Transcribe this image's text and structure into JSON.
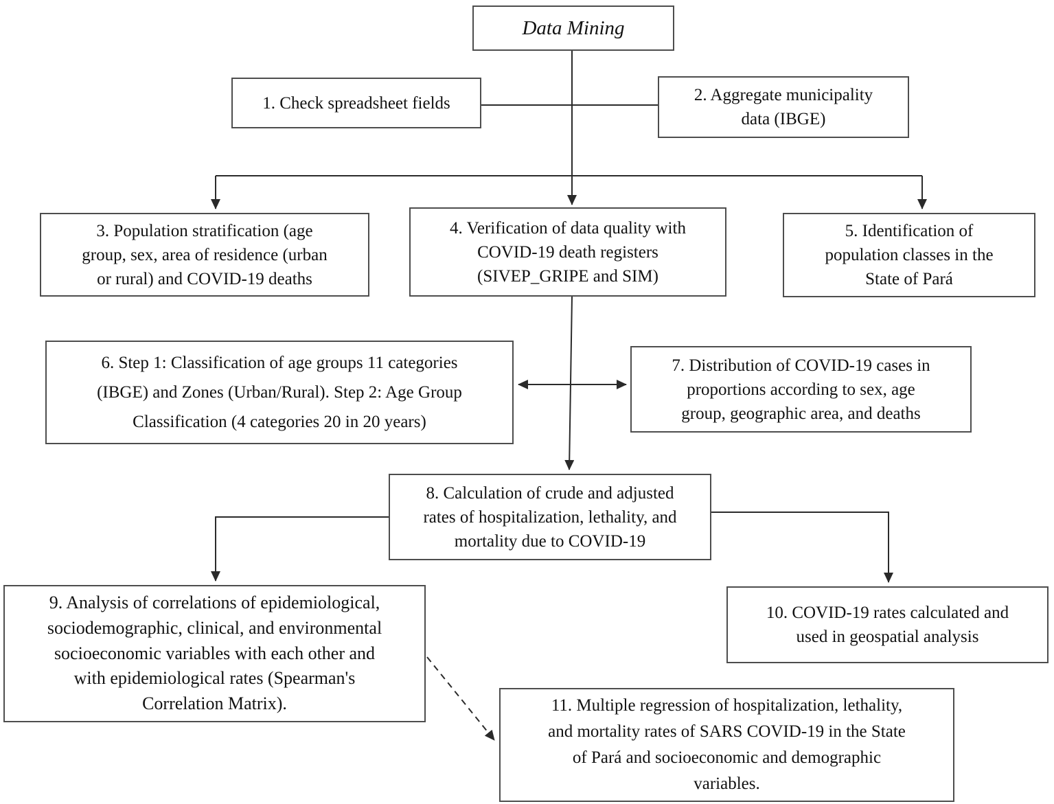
{
  "colors": {
    "background": "#ffffff",
    "box_border": "#4d4d4d",
    "text": "#121212",
    "connector": "#2a2a2a"
  },
  "nodes": {
    "title": {
      "text": "Data Mining"
    },
    "n1": {
      "text": "1. Check spreadsheet fields"
    },
    "n2": {
      "text": "2. Aggregate municipality\ndata (IBGE)"
    },
    "n3": {
      "text": "3. Population stratification (age\ngroup, sex, area of residence (urban\nor rural) and COVID-19 deaths"
    },
    "n4": {
      "text": "4. Verification of data quality with\nCOVID-19 death registers\n(SIVEP_GRIPE and SIM)"
    },
    "n5": {
      "text": "5. Identification of\npopulation classes in the\nState of Pará"
    },
    "n6": {
      "text": "6. Step 1: Classification of age groups 11 categories\n(IBGE) and Zones (Urban/Rural). Step 2: Age Group\nClassification (4 categories 20 in 20 years)"
    },
    "n7": {
      "text": "7. Distribution of COVID-19 cases in\nproportions according to sex, age\ngroup, geographic area, and deaths"
    },
    "n8": {
      "text": "8. Calculation of crude and adjusted\nrates of hospitalization, lethality, and\nmortality due to COVID-19"
    },
    "n9": {
      "text": "9. Analysis of correlations of epidemiological,\nsociodemographic, clinical, and environmental\nsocioeconomic variables with each other and\nwith epidemiological rates (Spearman's\nCorrelation Matrix)."
    },
    "n10": {
      "text": "10. COVID-19 rates calculated and\nused in geospatial analysis"
    },
    "n11": {
      "text": "11. Multiple regression of hospitalization, lethality,\nand mortality rates of SARS COVID-19 in the State\nof Pará and socioeconomic and demographic\nvariables."
    }
  }
}
